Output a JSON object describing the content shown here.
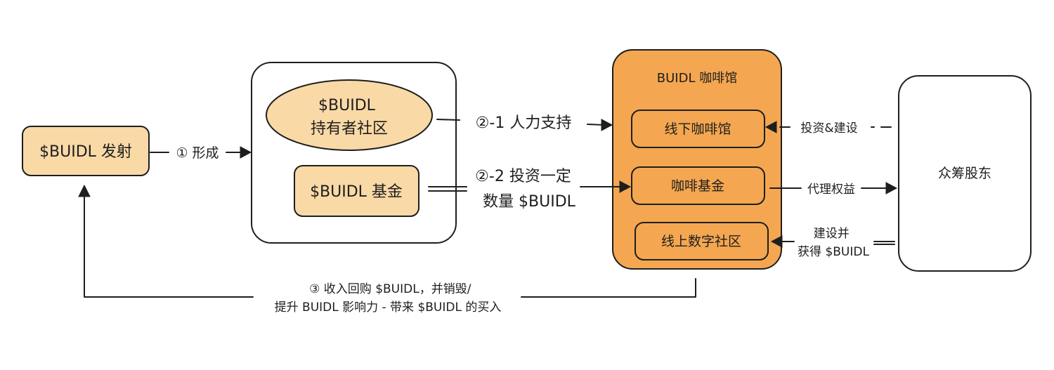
{
  "colors": {
    "light_fill": "#f9d9a6",
    "orange_fill": "#f4a750",
    "stroke": "#1e1e1e",
    "white": "#ffffff"
  },
  "nodes": {
    "launch": "$BUIDL 发射",
    "holder_community": [
      "$BUIDL",
      "持有者社区"
    ],
    "fund": "$BUIDL 基金",
    "cafe_title": "BUIDL 咖啡馆",
    "offline_cafe": "线下咖啡馆",
    "cafe_fund": "咖啡基金",
    "online_community": "线上数字社区",
    "shareholders": "众筹股东"
  },
  "edges": {
    "form": "① 形成",
    "support": "②-1 人力支持",
    "invest": [
      "②-2 投资一定",
      "数量 $BUIDL"
    ],
    "invest_build": "投资&建设",
    "proxy_rights": "代理权益",
    "build_earn": [
      "建设并",
      "获得 $BUIDL"
    ],
    "buyback": [
      "③ 收入回购 $BUIDL，并销毁/",
      "提升 BUIDL 影响力 - 带来 $BUIDL 的买入"
    ]
  }
}
